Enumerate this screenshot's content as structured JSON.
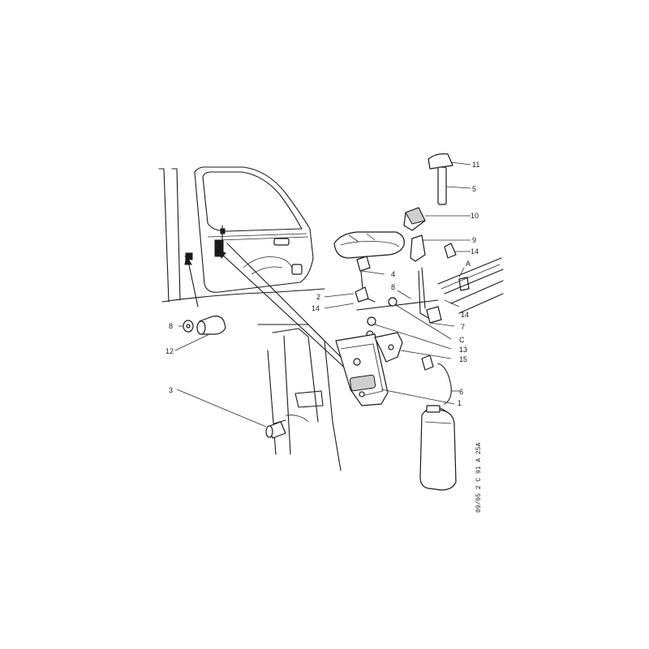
{
  "callouts": {
    "c1": "1",
    "c2": "2",
    "c3": "3",
    "c4": "4",
    "c5": "5",
    "c6": "6",
    "c7": "7",
    "c8a": "8",
    "c8b": "8",
    "c9": "9",
    "c10": "10",
    "c11": "11",
    "c12": "12",
    "c13": "13",
    "c14a": "14",
    "c14b": "14",
    "c14c": "14",
    "c15": "15",
    "cA": "A",
    "cC": "C"
  },
  "reference": "09/95  2 C 91 A 25A"
}
